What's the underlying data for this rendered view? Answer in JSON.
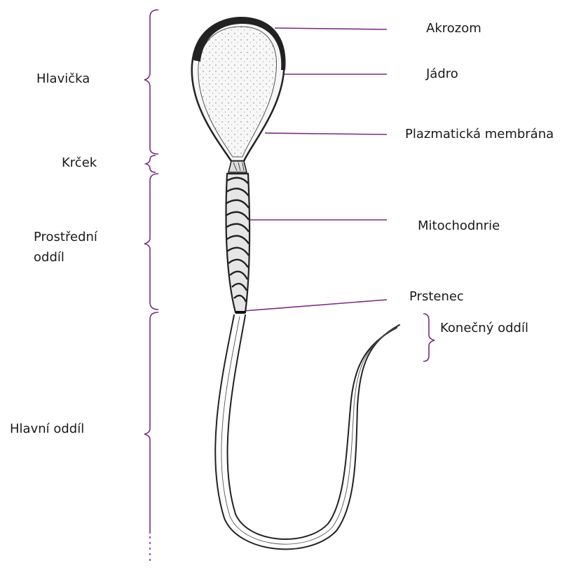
{
  "left_labels": {
    "head": "Hlavička",
    "neck": "Krček",
    "midpiece_line1": "Prostřední",
    "midpiece_line2": "oddíl",
    "principal": "Hlavní oddíl"
  },
  "right_labels": {
    "acrosome": "Akrozom",
    "nucleus": "Jádro",
    "plasma_membrane": "Plazmatická membrána",
    "mitochondria": "Mitochodnrie",
    "annulus": "Prstenec",
    "end_piece": "Konečný oddíl"
  },
  "colors": {
    "bracket": "#7b2a82",
    "leader": "#7b2a82",
    "outline": "#2a2a2a"
  }
}
